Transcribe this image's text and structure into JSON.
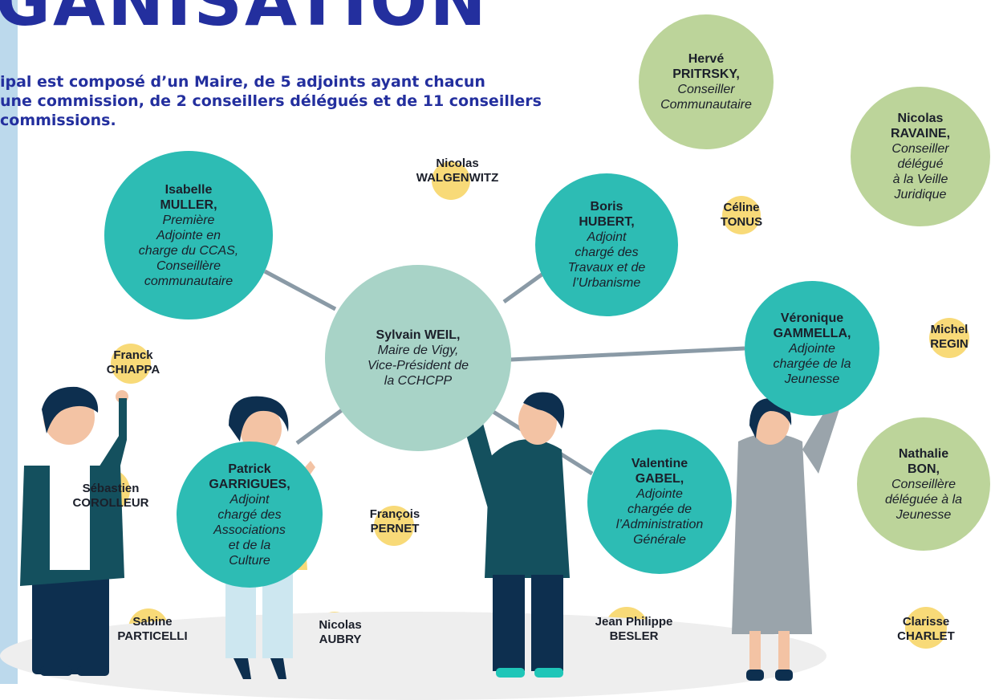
{
  "page": {
    "title": "GANISATION",
    "intro_lines": [
      "ipal est composé d’un Maire, de 5 adjoints ayant chacun",
      "une commission, de 2 conseillers délégués et de 11 conseillers",
      "commissions."
    ]
  },
  "colors": {
    "title_blue": "#232f9e",
    "teal_bubble": "#2dbcb4",
    "mayor_bubble": "#a8d3c7",
    "green_bubble": "#bcd49a",
    "yellow_dot": "#f8da78",
    "connector": "#8a9aa6"
  },
  "mayor": {
    "name": "Sylvain WEIL,",
    "role": "Maire de Vigy,\nVice-Président de\nla CCHCPP"
  },
  "adjoints": [
    {
      "name_lines": [
        "Isabelle",
        "MULLER,"
      ],
      "role": "Première\nAdjointe en\ncharge du CCAS,\nConseillère\ncommunautaire"
    },
    {
      "name_lines": [
        "Boris",
        "HUBERT,"
      ],
      "role": "Adjoint\nchargé des\nTravaux et de\nl’Urbanisme"
    },
    {
      "name_lines": [
        "Véronique",
        "GAMMELLA,"
      ],
      "role": "Adjointe\nchargée de la\nJeunesse"
    },
    {
      "name_lines": [
        "Valentine",
        "GABEL,"
      ],
      "role": "Adjointe\nchargée de\nl’Administration\nGénérale"
    },
    {
      "name_lines": [
        "Patrick",
        "GARRIGUES,"
      ],
      "role": "Adjoint\nchargé des\nAssociations\net de la\nCulture"
    }
  ],
  "delegates": [
    {
      "name_lines": [
        "Hervé",
        "PRITRSKY,"
      ],
      "role": "Conseiller\nCommunautaire"
    },
    {
      "name_lines": [
        "Nicolas",
        "RAVAINE,"
      ],
      "role": "Conseiller\ndélégué\nà la Veille\nJuridique"
    },
    {
      "name_lines": [
        "Nathalie",
        "BON,"
      ],
      "role": "Conseillère\ndéléguée à la\nJeunesse"
    }
  ],
  "councillors": [
    {
      "first": "Nicolas",
      "last": "WALGENWITZ"
    },
    {
      "first": "Céline",
      "last": "TONUS"
    },
    {
      "first": "Michel",
      "last": "REGIN"
    },
    {
      "first": "Franck",
      "last": "CHIAPPA"
    },
    {
      "first": "Sébastien",
      "last": "COROLLEUR"
    },
    {
      "first": "François",
      "last": "PERNET"
    },
    {
      "first": "Sabine",
      "last": "PARTICELLI"
    },
    {
      "first": "Nicolas",
      "last": "AUBRY"
    },
    {
      "first": "Jean Philippe",
      "last": "BESLER"
    },
    {
      "first": "Clarisse",
      "last": "CHARLET"
    }
  ]
}
